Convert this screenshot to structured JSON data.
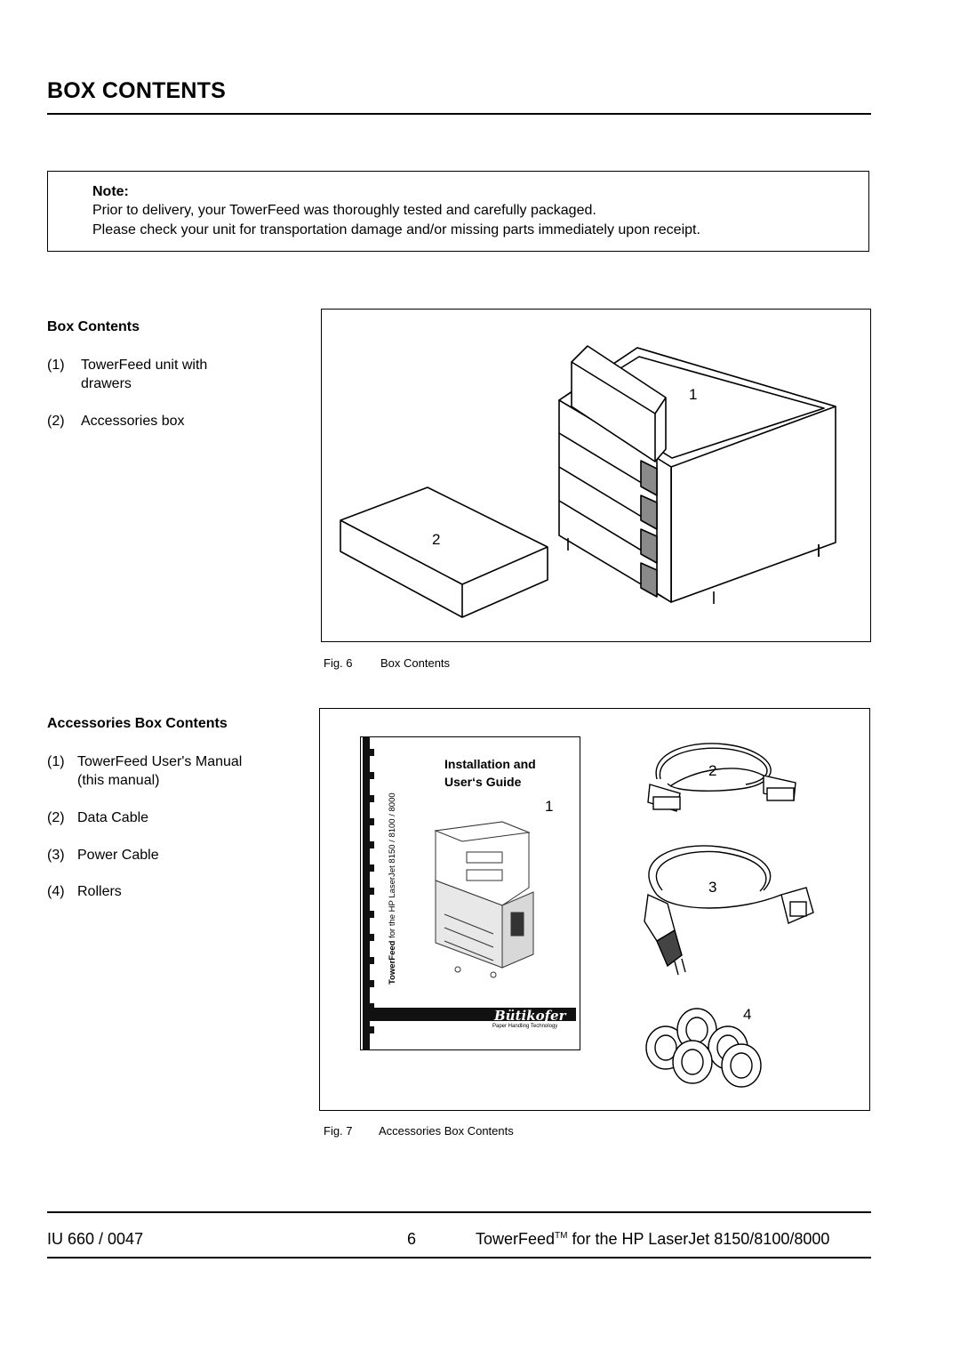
{
  "page": {
    "title": "BOX CONTENTS"
  },
  "note": {
    "heading": "Note:",
    "line1": "Prior to delivery, your TowerFeed was thoroughly tested and carefully packaged.",
    "line2": "Please check your unit for transportation damage and/or missing parts immediately upon receipt."
  },
  "box_contents": {
    "heading": "Box Contents",
    "items": [
      {
        "num": "(1)",
        "line1": "TowerFeed unit with",
        "line2": "drawers"
      },
      {
        "num": "(2)",
        "line1": "Accessories box"
      }
    ],
    "figure": {
      "number": "Fig. 6",
      "caption": "Box Contents",
      "callouts": [
        "1",
        "2"
      ]
    }
  },
  "accessories": {
    "heading": "Accessories Box Contents",
    "items": [
      {
        "num": "(1)",
        "line1": "TowerFeed User's Manual",
        "line2": "(this manual)"
      },
      {
        "num": "(2)",
        "line1": "Data Cable"
      },
      {
        "num": "(3)",
        "line1": "Power Cable"
      },
      {
        "num": "(4)",
        "line1": "Rollers"
      }
    ],
    "figure": {
      "number": "Fig. 7",
      "caption": "Accessories Box Contents",
      "callouts": [
        "1",
        "2",
        "3",
        "4"
      ],
      "manual_cover": {
        "title_line1": "Installation and",
        "title_line2": "User‘s Guide",
        "spine_bold": "TowerFeed",
        "spine_rest": " for the HP LaserJet 8150 / 8100 / 8000",
        "brand": "Bütikofer",
        "tagline": "Paper Handling Technology"
      }
    }
  },
  "footer": {
    "doc_id": "IU 660 / 0047",
    "page_number": "6",
    "product": "TowerFeed",
    "trademark": "TM",
    "product_suffix": " for the HP LaserJet 8150/8100/8000"
  }
}
